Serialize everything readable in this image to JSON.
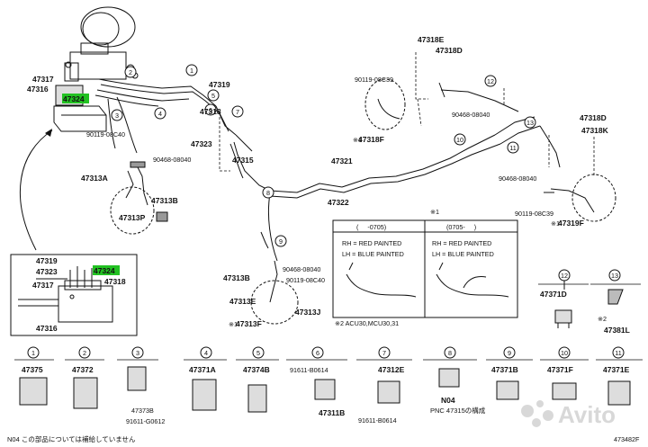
{
  "colors": {
    "highlight": "#22c122",
    "line": "#111111",
    "watermark": "#b9b9b9"
  },
  "main_labels": {
    "p47317": "47317",
    "p47316": "47316",
    "p47324": "47324",
    "p90119a": "90119-08C40",
    "p90468a": "90468-08040",
    "p47313a": "47313A",
    "p47313b": "47313B",
    "p47313p": "47313P",
    "p47319": "47319",
    "p47318": "47318",
    "p47323": "47323",
    "p47315": "47315",
    "p47321": "47321",
    "p47322": "47322",
    "p47318e": "47318E",
    "p47318d": "47318D",
    "p90119c39a": "90119-08C39",
    "p90468b": "90468-08040",
    "p47318f": "47318F",
    "p47318dR": "47318D",
    "p47318k": "47318K",
    "p90468c": "90468-08040",
    "p90119c39b": "90119-08C39",
    "p47319f": "47319F",
    "p90468d": "90468-08040",
    "p90119c40b": "90119-08C40",
    "p47313b2": "47313B",
    "p47313j": "47313J",
    "p47313f": "47313F",
    "p47313e": "47313E",
    "star1a": "※1",
    "star1b": "※1",
    "star1c": "※1"
  },
  "inset": {
    "p47319": "47319",
    "p47323": "47323",
    "p47324": "47324",
    "p47318": "47318",
    "p47317": "47317",
    "p47316": "47316"
  },
  "detail": {
    "star": "※1",
    "left_header": "(     -0705)",
    "right_header": "(0705-     )",
    "rh": "RH = RED PAINTED",
    "lh": "LH = BLUE PAINTED",
    "note": "※2 ACU30,MCU30,31"
  },
  "callout_nums": [
    "1",
    "2",
    "3",
    "4",
    "5",
    "6",
    "7",
    "8",
    "9",
    "10",
    "11",
    "12",
    "13"
  ],
  "right_parts": [
    {
      "num": "12",
      "code": "47371D"
    },
    {
      "num": "13",
      "code": "47381L",
      "note": "※2"
    }
  ],
  "bottom_parts": [
    {
      "num": "1",
      "code": "47375"
    },
    {
      "num": "2",
      "code": "47372"
    },
    {
      "num": "3",
      "code": "",
      "sub1": "47373B",
      "sub2": "91611-G0612"
    },
    {
      "num": "4",
      "code": "47371A"
    },
    {
      "num": "5",
      "code": "47374B"
    },
    {
      "num": "6",
      "code": "91611-B0614",
      "sub1": "47311B"
    },
    {
      "num": "7",
      "code": "47312E",
      "sub1": "91611-B0614"
    },
    {
      "num": "8",
      "code": "",
      "sub1": "N04",
      "sub2": "PNC 47315の構成"
    },
    {
      "num": "9",
      "code": "47371B"
    },
    {
      "num": "10",
      "code": "47371F"
    },
    {
      "num": "11",
      "code": "47371E"
    }
  ],
  "footer": {
    "note": "N04 この部品については補給していません",
    "fig": "473482F"
  },
  "watermark": "Avito"
}
